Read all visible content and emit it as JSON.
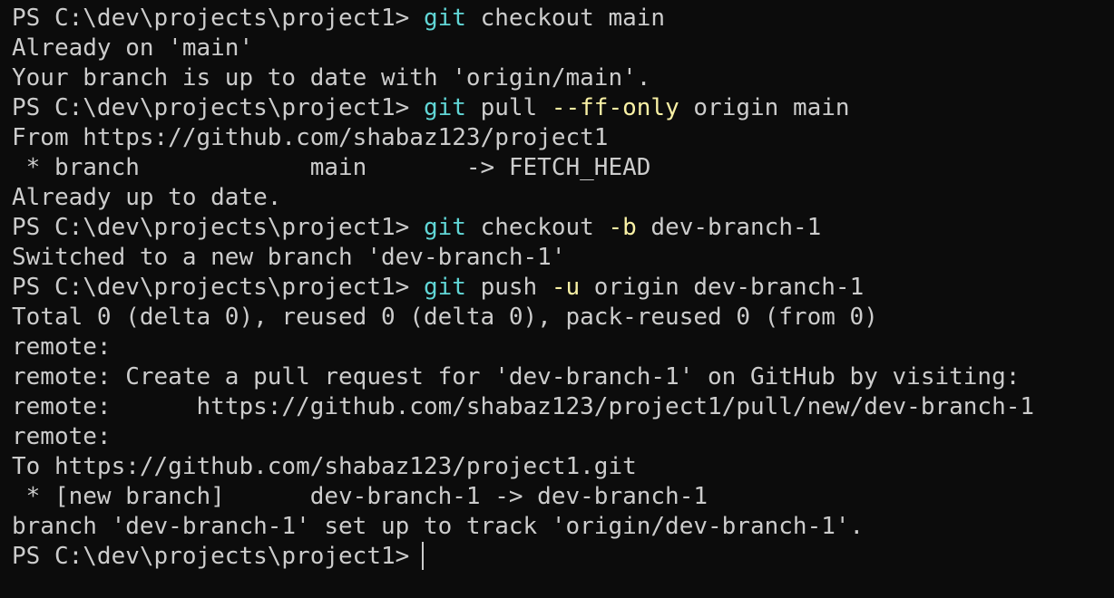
{
  "terminal": {
    "lines": [
      {
        "type": "prompt",
        "prompt": "PS C:\\dev\\projects\\project1> ",
        "parts": [
          {
            "text": "git",
            "style": "cmd"
          },
          {
            "text": " checkout main",
            "style": "arg"
          }
        ]
      },
      {
        "type": "output",
        "text": "Already on 'main'"
      },
      {
        "type": "output",
        "text": "Your branch is up to date with 'origin/main'."
      },
      {
        "type": "prompt",
        "prompt": "PS C:\\dev\\projects\\project1> ",
        "parts": [
          {
            "text": "git",
            "style": "cmd"
          },
          {
            "text": " pull ",
            "style": "arg"
          },
          {
            "text": "--ff-only",
            "style": "flag"
          },
          {
            "text": " origin main",
            "style": "arg"
          }
        ]
      },
      {
        "type": "output",
        "text": "From https://github.com/shabaz123/project1"
      },
      {
        "type": "output",
        "text": " * branch            main       -> FETCH_HEAD"
      },
      {
        "type": "output",
        "text": "Already up to date."
      },
      {
        "type": "prompt",
        "prompt": "PS C:\\dev\\projects\\project1> ",
        "parts": [
          {
            "text": "git",
            "style": "cmd"
          },
          {
            "text": " checkout ",
            "style": "arg"
          },
          {
            "text": "-b",
            "style": "flag"
          },
          {
            "text": " dev-branch-1",
            "style": "arg"
          }
        ]
      },
      {
        "type": "output",
        "text": "Switched to a new branch 'dev-branch-1'"
      },
      {
        "type": "prompt",
        "prompt": "PS C:\\dev\\projects\\project1> ",
        "parts": [
          {
            "text": "git",
            "style": "cmd"
          },
          {
            "text": " push ",
            "style": "arg"
          },
          {
            "text": "-u",
            "style": "flag"
          },
          {
            "text": " origin dev-branch-1",
            "style": "arg"
          }
        ]
      },
      {
        "type": "output",
        "text": "Total 0 (delta 0), reused 0 (delta 0), pack-reused 0 (from 0)"
      },
      {
        "type": "output",
        "text": "remote:"
      },
      {
        "type": "output",
        "text": "remote: Create a pull request for 'dev-branch-1' on GitHub by visiting:"
      },
      {
        "type": "output",
        "text": "remote:      https://github.com/shabaz123/project1/pull/new/dev-branch-1"
      },
      {
        "type": "output",
        "text": "remote:"
      },
      {
        "type": "output",
        "text": "To https://github.com/shabaz123/project1.git"
      },
      {
        "type": "output",
        "text": " * [new branch]      dev-branch-1 -> dev-branch-1"
      },
      {
        "type": "output",
        "text": "branch 'dev-branch-1' set up to track 'origin/dev-branch-1'."
      },
      {
        "type": "active-prompt",
        "prompt": "PS C:\\dev\\projects\\project1>"
      }
    ],
    "colors": {
      "background": "#0c0c0c",
      "foreground": "#cccccc",
      "command": "#61d6d6",
      "flag": "#f9f1a5"
    }
  }
}
